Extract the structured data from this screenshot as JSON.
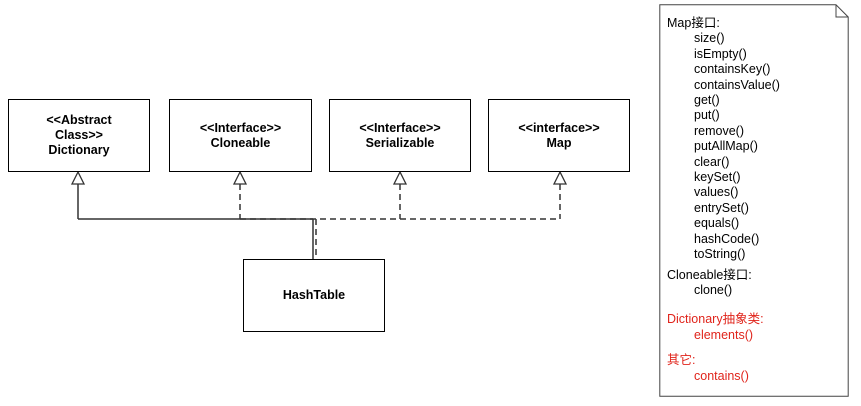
{
  "classes": {
    "dictionary": {
      "stereotype": "<<Abstract",
      "line2": "Class>>",
      "name": "Dictionary"
    },
    "cloneable": {
      "stereotype": "<<Interface>>",
      "name": "Cloneable"
    },
    "serializable": {
      "stereotype": "<<Interface>>",
      "name": "Serializable"
    },
    "map": {
      "stereotype": "<<interface>>",
      "name": "Map"
    },
    "hashtable": {
      "name": "HashTable"
    }
  },
  "note": {
    "map_header": "Map接口:",
    "map_methods": [
      "size()",
      "isEmpty()",
      "containsKey()",
      "containsValue()",
      "get()",
      "put()",
      "remove()",
      "putAllMap()",
      "clear()",
      "keySet()",
      "values()",
      "entrySet()",
      "equals()",
      "hashCode()",
      "toString()"
    ],
    "cloneable_header": "Cloneable接口:",
    "cloneable_methods": [
      "clone()"
    ],
    "dictionary_header": "Dictionary抽象类:",
    "dictionary_methods": [
      "elements()"
    ],
    "other_header": "其它:",
    "other_methods": [
      "contains()"
    ],
    "highlight_color": "#e0241b"
  }
}
